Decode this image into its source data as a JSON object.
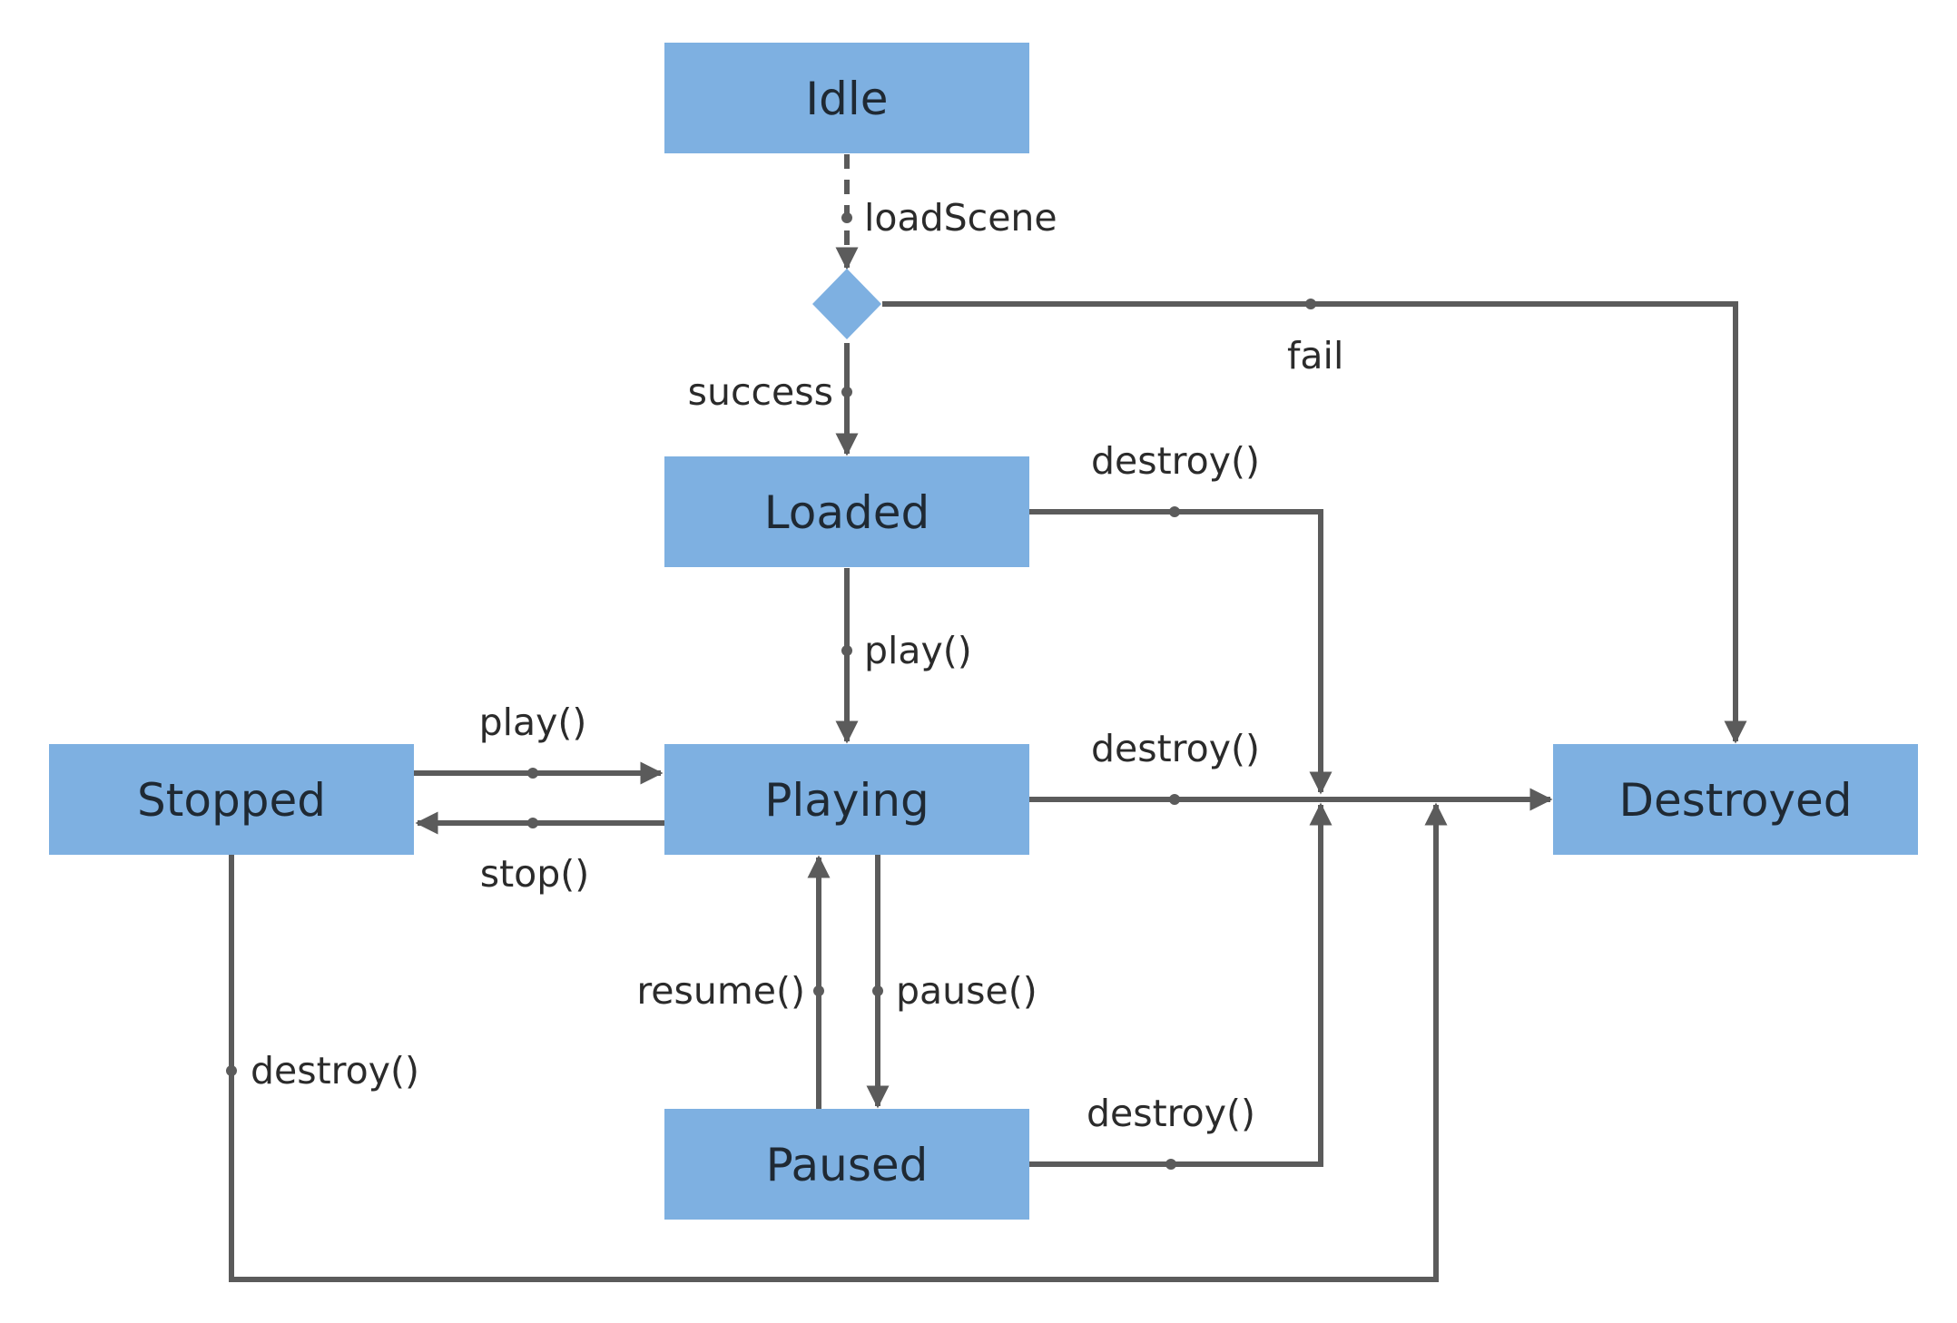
{
  "diagram": {
    "colors": {
      "node_fill": "#7eb0e1",
      "edge": "#5b5b5b",
      "text": "#1f2933"
    },
    "states": {
      "idle": "Idle",
      "loaded": "Loaded",
      "playing": "Playing",
      "stopped": "Stopped",
      "paused": "Paused",
      "destroyed": "Destroyed"
    },
    "decision": {
      "shape": "diamond"
    },
    "transitions": {
      "idle_to_decision": "loadScene",
      "decision_to_loaded": "success",
      "decision_to_destroyed": "fail",
      "loaded_to_playing": "play()",
      "loaded_to_destroyed": "destroy()",
      "playing_to_destroyed": "destroy()",
      "stopped_to_playing": "play()",
      "playing_to_stopped": "stop()",
      "paused_to_playing": "resume()",
      "playing_to_paused": "pause()",
      "paused_to_destroyed": "destroy()",
      "stopped_to_destroyed": "destroy()"
    }
  }
}
